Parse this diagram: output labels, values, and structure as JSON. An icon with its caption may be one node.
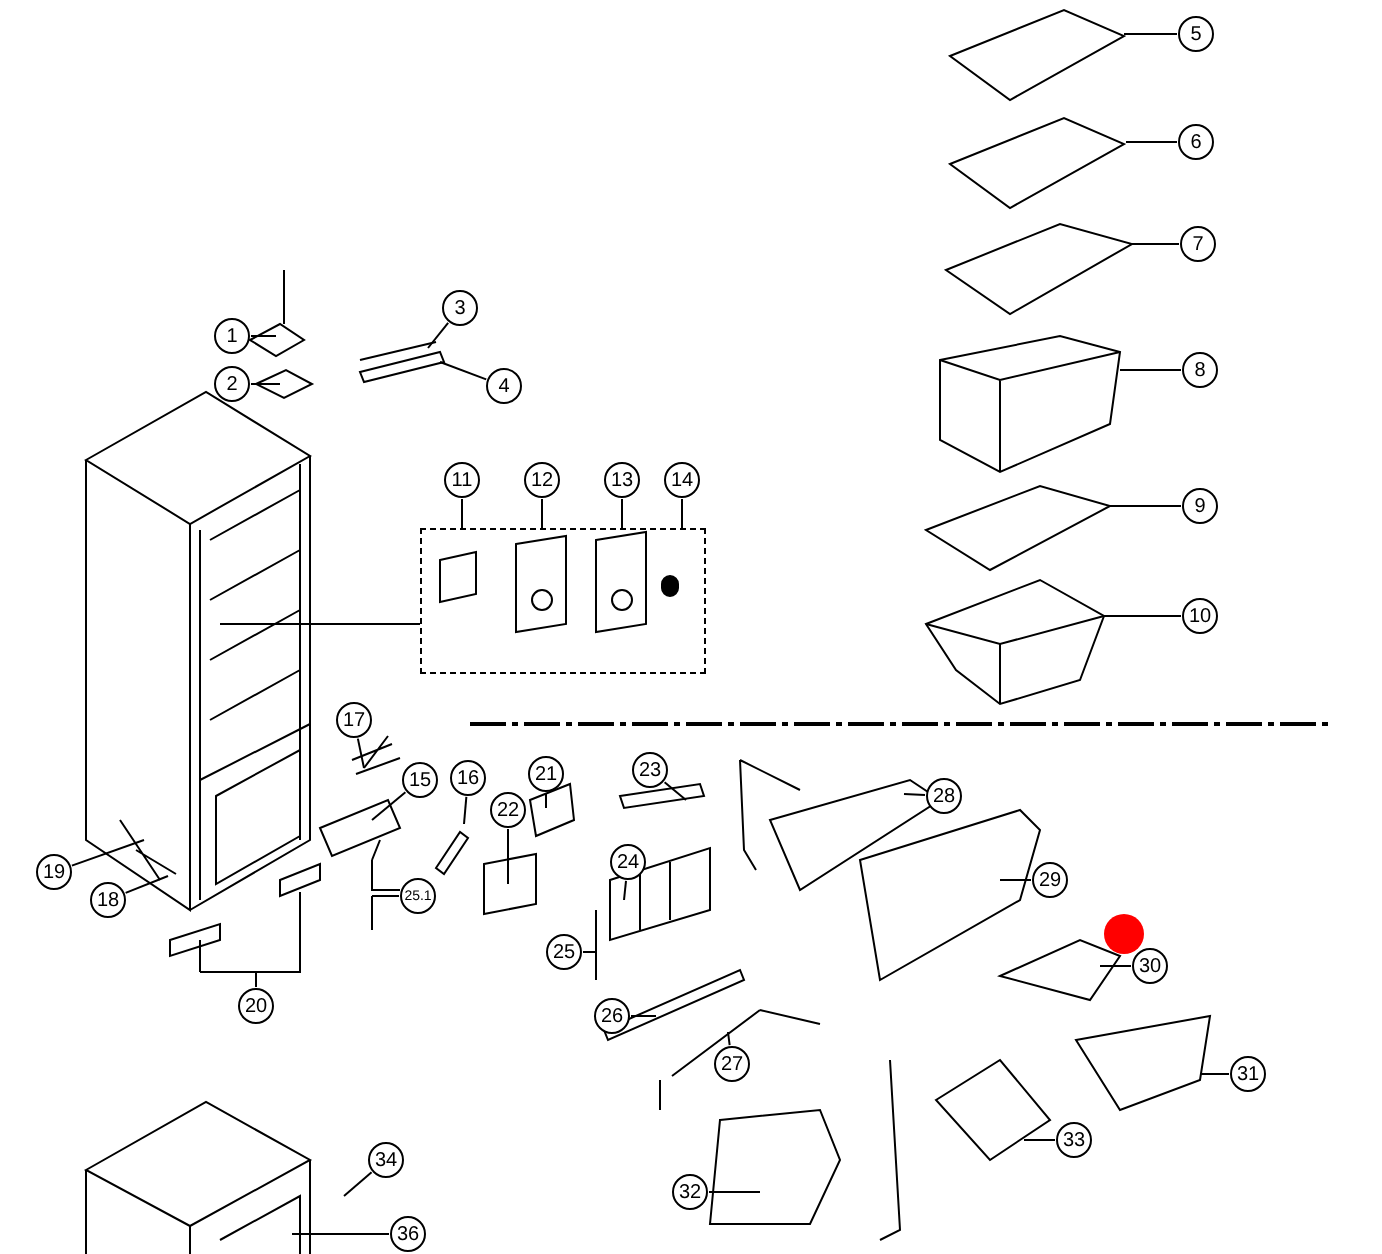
{
  "diagram": {
    "nodes": [
      {
        "text": [
          "1"
        ]
      },
      {
        "text": [
          "2"
        ]
      },
      {
        "text": [
          "3"
        ]
      },
      {
        "text": [
          "4"
        ]
      },
      {
        "text": [
          "5"
        ]
      },
      {
        "text": [
          "6"
        ]
      },
      {
        "text": [
          "7"
        ]
      },
      {
        "text": [
          "8"
        ]
      },
      {
        "text": [
          "9"
        ]
      },
      {
        "text": [
          "10"
        ]
      },
      {
        "text": [
          "11"
        ]
      },
      {
        "text": [
          "12"
        ]
      },
      {
        "text": [
          "13"
        ]
      },
      {
        "text": [
          "14"
        ]
      },
      {
        "text": [],
        "shape": "box"
      },
      {
        "text": [
          "17"
        ]
      },
      {
        "text": [
          "15"
        ]
      },
      {
        "text": [
          "16"
        ]
      },
      {
        "text": [
          "21"
        ]
      },
      {
        "text": [
          "23"
        ]
      },
      {
        "text": [
          "22"
        ]
      },
      {
        "text": [
          "28"
        ]
      },
      {
        "text": [
          "19"
        ]
      },
      {
        "text": [
          "18"
        ]
      },
      {
        "text": [
          "24"
        ]
      },
      {
        "text": [
          "29"
        ]
      },
      {
        "text": [
          "25.1"
        ]
      },
      {
        "text": [
          "25"
        ]
      },
      {
        "text": [
          "30"
        ]
      },
      {
        "text": [
          "20"
        ]
      },
      {
        "text": [
          "26"
        ]
      },
      {
        "text": [
          "27"
        ]
      },
      {
        "text": [
          "31"
        ]
      },
      {
        "text": [
          "33"
        ]
      },
      {
        "text": [
          "34"
        ]
      },
      {
        "text": [
          "32"
        ]
      },
      {
        "text": [
          "36"
        ]
      }
    ],
    "edges": [
      {
        "from": 0,
        "to": null,
        "arrow": "none"
      },
      {
        "from": 1,
        "to": null,
        "arrow": "none"
      },
      {
        "from": 2,
        "to": null,
        "arrow": "none"
      },
      {
        "from": 3,
        "to": null,
        "arrow": "none"
      },
      {
        "from": 4,
        "to": null,
        "arrow": "none"
      },
      {
        "from": 5,
        "to": null,
        "arrow": "none"
      },
      {
        "from": 6,
        "to": null,
        "arrow": "none"
      },
      {
        "from": 7,
        "to": null,
        "arrow": "none"
      },
      {
        "from": 8,
        "to": null,
        "arrow": "none"
      },
      {
        "from": 9,
        "to": null,
        "arrow": "none"
      },
      {
        "from": 10,
        "to": 14,
        "arrow": "none"
      },
      {
        "from": 11,
        "to": 14,
        "arrow": "none"
      },
      {
        "from": 12,
        "to": 14,
        "arrow": "none"
      },
      {
        "from": 13,
        "to": 14,
        "arrow": "none"
      },
      {
        "from": 14,
        "to": null,
        "arrow": "none"
      },
      {
        "from": 15,
        "to": null,
        "arrow": "none"
      },
      {
        "from": 16,
        "to": null,
        "arrow": "none"
      },
      {
        "from": 17,
        "to": null,
        "arrow": "none"
      },
      {
        "from": 18,
        "to": null,
        "arrow": "none"
      },
      {
        "from": 19,
        "to": null,
        "arrow": "none"
      },
      {
        "from": 20,
        "to": null,
        "arrow": "none"
      },
      {
        "from": 21,
        "to": null,
        "arrow": "none"
      },
      {
        "from": 22,
        "to": null,
        "arrow": "none"
      },
      {
        "from": 23,
        "to": null,
        "arrow": "none"
      },
      {
        "from": 24,
        "to": null,
        "arrow": "none"
      },
      {
        "from": 25,
        "to": null,
        "arrow": "none"
      },
      {
        "from": 26,
        "to": null,
        "arrow": "none"
      },
      {
        "from": 27,
        "to": null,
        "arrow": "none"
      },
      {
        "from": 28,
        "to": null,
        "arrow": "none"
      },
      {
        "from": 29,
        "to": null,
        "arrow": "none"
      },
      {
        "from": 30,
        "to": null,
        "arrow": "none"
      },
      {
        "from": 31,
        "to": null,
        "arrow": "none"
      },
      {
        "from": 32,
        "to": null,
        "arrow": "none"
      },
      {
        "from": 33,
        "to": null,
        "arrow": "none"
      },
      {
        "from": 34,
        "to": null,
        "arrow": "none"
      },
      {
        "from": 35,
        "to": null,
        "arrow": "none"
      },
      {
        "from": 36,
        "to": null,
        "arrow": "none"
      }
    ]
  }
}
